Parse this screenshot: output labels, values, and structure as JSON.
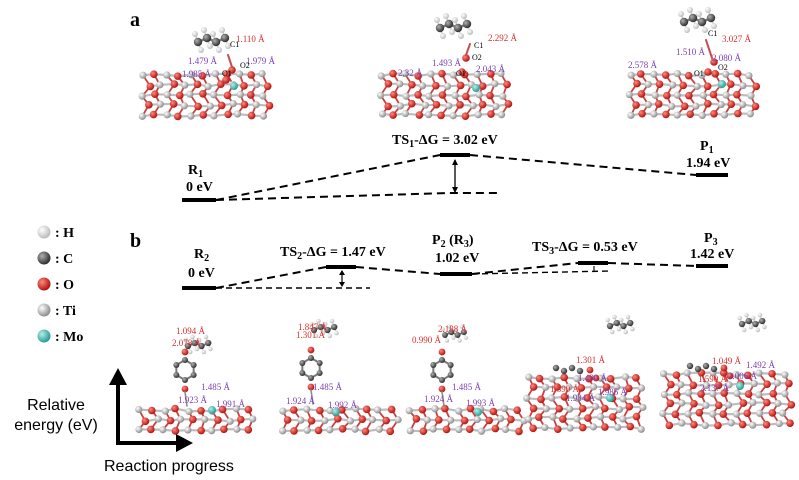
{
  "panel_a": {
    "label": "a",
    "states": [
      {
        "name": "R",
        "sub": "1",
        "energy": "0 eV"
      },
      {
        "name": "TS",
        "sub": "1",
        "suffix": "-ΔG = 3.02 eV"
      },
      {
        "name": "P",
        "sub": "1",
        "energy": "1.94 eV"
      }
    ],
    "distances": {
      "r1": [
        "1.110 Å",
        "1.479 Å",
        "1.985 Å",
        "1.979 Å"
      ],
      "ts1": [
        "2.292 Å",
        "1.493 Å",
        "2.32 Å",
        "2.043 Å"
      ],
      "p1": [
        "3.027 Å",
        "1.510 Å",
        "2.578 Å",
        "2.080 Å"
      ]
    },
    "atoms": {
      "c1": "C1",
      "o1": "O1",
      "o2": "O2"
    }
  },
  "panel_b": {
    "label": "b",
    "states": [
      {
        "name": "R",
        "sub": "2",
        "energy": "0 eV"
      },
      {
        "name": "TS",
        "sub": "2",
        "suffix": "-ΔG = 1.47 eV"
      },
      {
        "name": "P",
        "sub": "2",
        "extra": " (R",
        "extra_sub": "3",
        "extra_end": ")",
        "energy": "1.02 eV"
      },
      {
        "name": "TS",
        "sub": "3",
        "suffix": "-ΔG = 0.53 eV"
      },
      {
        "name": "P",
        "sub": "3",
        "energy": "1.42 eV"
      }
    ],
    "distances": {
      "s1": [
        "1.094 Å",
        "2.078 Å",
        "1.485 Å",
        "1.923 Å",
        "1.991 Å"
      ],
      "s2": [
        "1.847 Å",
        "1.301 Å",
        "1.485 Å",
        "1.924 Å",
        "1.992 Å"
      ],
      "s3": [
        "2.188 Å",
        "0.990 Å",
        "1.485 Å",
        "1.924 Å",
        "1.993 Å"
      ],
      "s4": [
        "1.301 Å",
        "1.490 Å",
        "1.390 Å",
        "1.985 Å",
        "1.984 Å"
      ],
      "s5": [
        "1.049 Å",
        "1.492 Å",
        "1.590 Å",
        "2.006 Å",
        "2.137 Å"
      ]
    }
  },
  "legend": [
    {
      "symbol": ": H",
      "color": "#eeeeee"
    },
    {
      "symbol": ": C",
      "color": "#5a5a5a"
    },
    {
      "symbol": ": O",
      "color": "#d92020"
    },
    {
      "symbol": ": Ti",
      "color": "#b8b8b8"
    },
    {
      "symbol": ": Mo",
      "color": "#3fb8b0"
    }
  ],
  "axes": {
    "y_label_line1": "Relative",
    "y_label_line2": "energy (eV)",
    "x_label": "Reaction progress"
  }
}
